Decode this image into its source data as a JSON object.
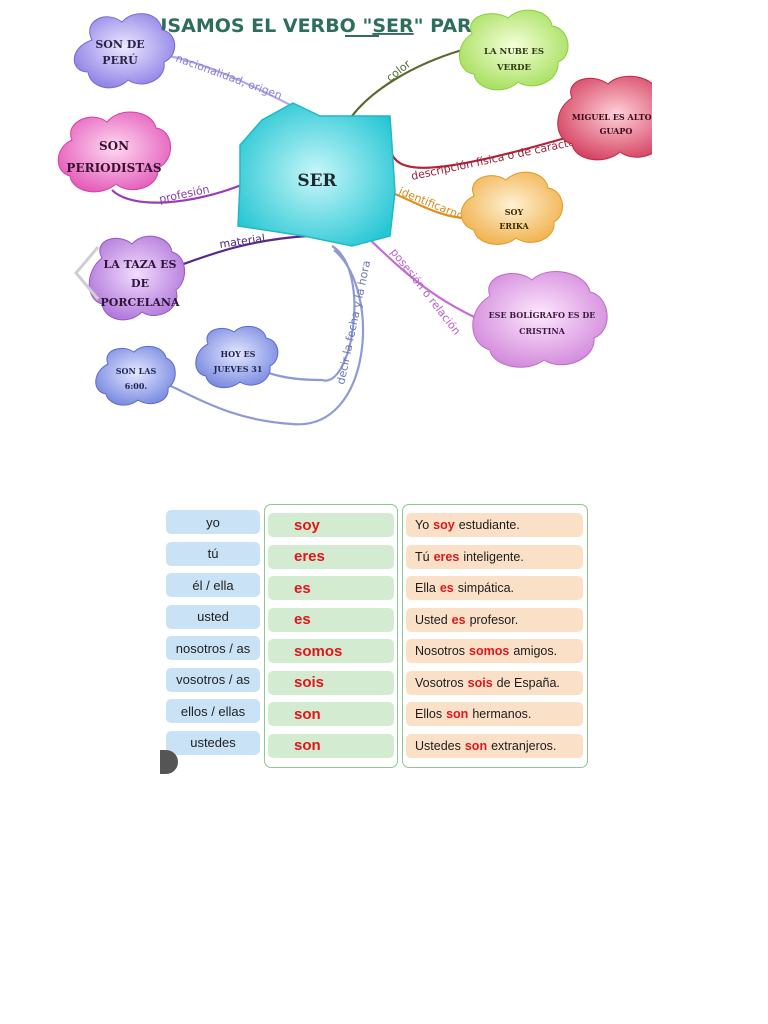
{
  "mindmap": {
    "title": "USAMOS EL VERBO \"SER\" PARA...",
    "title_underlined_word": "SER",
    "center": "SER",
    "branches": [
      {
        "label": "nacionalidad, origen",
        "cloud": [
          "SON DE",
          "PERÚ"
        ],
        "color": "#8f7fe6"
      },
      {
        "label": "profesión",
        "cloud": [
          "SON",
          "PERIODISTAS"
        ],
        "color": "#e455b8"
      },
      {
        "label": "material",
        "cloud": [
          "LA TAZA ES",
          "DE",
          "PORCELANA"
        ],
        "color": "#b07ad8"
      },
      {
        "label": "color",
        "cloud": [
          "LA NUBE ES",
          "VERDE"
        ],
        "color": "#a6e05a"
      },
      {
        "label": "descripción física o de carácter",
        "cloud": [
          "MIGUEL ES ALTO Y",
          "GUAPO"
        ],
        "color": "#d63d5c"
      },
      {
        "label": "identificarnos",
        "cloud": [
          "SOY",
          "ERIKA"
        ],
        "color": "#f1b24a"
      },
      {
        "label": "posesión o relación",
        "cloud": [
          "ESE BOLÍGRAFO ES DE",
          "CRISTINA"
        ],
        "color": "#d88ee0"
      },
      {
        "label": "decir la fecha y la hora",
        "clouds": [
          [
            "HOY ES",
            "JUEVES 31"
          ],
          [
            "SON LAS",
            "6:00."
          ]
        ],
        "color": "#6f7fe0"
      }
    ]
  },
  "conjugation": {
    "rows": [
      {
        "pronoun": "yo",
        "verb": "soy",
        "example": {
          "pre": "Yo",
          "verb": "soy",
          "post": "estudiante."
        }
      },
      {
        "pronoun": "tú",
        "verb": "eres",
        "example": {
          "pre": "Tú",
          "verb": "eres",
          "post": "inteligente."
        }
      },
      {
        "pronoun": "él / ella",
        "verb": "es",
        "example": {
          "pre": "Ella",
          "verb": "es",
          "post": "simpática."
        }
      },
      {
        "pronoun": "usted",
        "verb": "es",
        "example": {
          "pre": "Usted",
          "verb": "es",
          "post": "profesor."
        }
      },
      {
        "pronoun": "nosotros / as",
        "verb": "somos",
        "example": {
          "pre": "Nosotros",
          "verb": "somos",
          "post": "amigos."
        }
      },
      {
        "pronoun": "vosotros / as",
        "verb": "sois",
        "example": {
          "pre": "Vosotros",
          "verb": "sois",
          "post": "de España."
        }
      },
      {
        "pronoun": "ellos / ellas",
        "verb": "son",
        "example": {
          "pre": "Ellos",
          "verb": "son",
          "post": "hermanos."
        }
      },
      {
        "pronoun": "ustedes",
        "verb": "son",
        "example": {
          "pre": "Ustedes",
          "verb": "son",
          "post": "extranjeros."
        }
      }
    ]
  },
  "colors": {
    "accent_red": "#e2161b",
    "pronoun_bg": "#c9e2f5",
    "verb_bg": "#d3ebd1",
    "example_bg": "#fbe0c8",
    "center_teal": "#45d7e0",
    "title_green": "#2f6f5a"
  },
  "icons": {
    "nav_prev": "chevron-left-icon"
  }
}
